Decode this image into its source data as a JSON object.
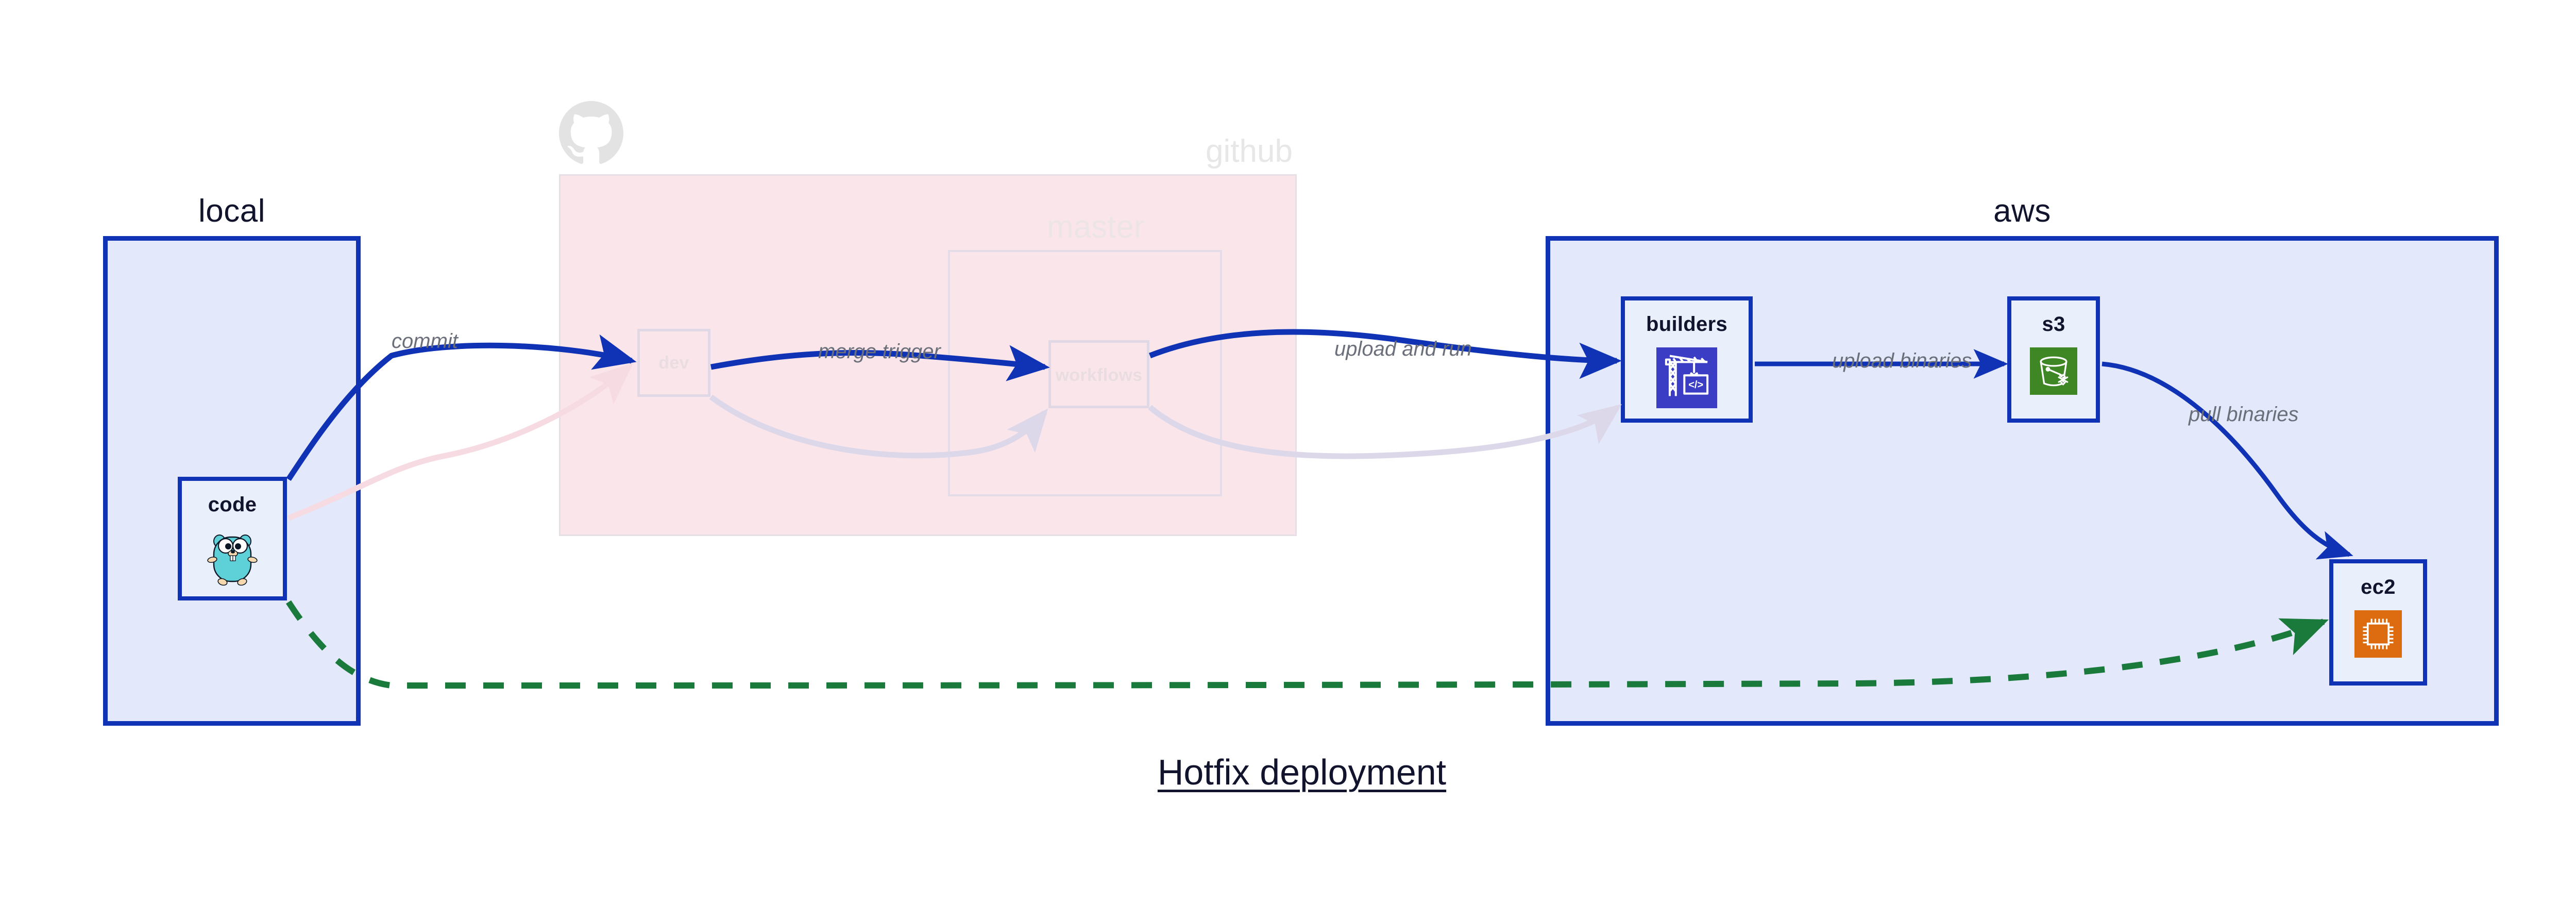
{
  "diagram": {
    "title": "Hotfix deployment",
    "type": "architecture-flow"
  },
  "clusters": [
    {
      "id": "local",
      "label": "local",
      "style": "solid",
      "border_color": "#1033b5",
      "fill": "#e3e8fb"
    },
    {
      "id": "github",
      "label": "github",
      "style": "faded",
      "border_color": "#e7dfe6",
      "fill": "#fae6ea"
    },
    {
      "id": "master",
      "label": "master",
      "style": "faded-nested",
      "border_color": "#e4dce6",
      "fill": "transparent"
    },
    {
      "id": "aws",
      "label": "aws",
      "style": "solid",
      "border_color": "#1033b5",
      "fill": "#e3e8fb"
    }
  ],
  "nodes": [
    {
      "id": "code",
      "label": "code",
      "cluster": "local",
      "icon": "go-gopher-icon",
      "state": "active"
    },
    {
      "id": "dev",
      "label": "dev",
      "cluster": "github",
      "icon": "none",
      "state": "faded"
    },
    {
      "id": "workflows",
      "label": "workflows",
      "cluster": "master",
      "icon": "none",
      "state": "faded"
    },
    {
      "id": "builders",
      "label": "builders",
      "cluster": "aws",
      "icon": "crane-code-icon",
      "state": "active",
      "icon_color": "#3b3ec4"
    },
    {
      "id": "s3",
      "label": "s3",
      "cluster": "aws",
      "icon": "s3-bucket-icon",
      "state": "active",
      "icon_color": "#3f8624"
    },
    {
      "id": "ec2",
      "label": "ec2",
      "cluster": "aws",
      "icon": "cpu-chip-icon",
      "state": "active",
      "icon_color": "#dd6b10"
    }
  ],
  "edges": [
    {
      "id": "e-commit",
      "from": "code",
      "to": "dev",
      "label": "commit",
      "color": "#1033b5",
      "style": "solid",
      "state": "active"
    },
    {
      "id": "e-merge",
      "from": "dev",
      "to": "workflows",
      "label": "merge trigger",
      "color": "#1033b5",
      "style": "solid",
      "state": "active"
    },
    {
      "id": "e-upload-run",
      "from": "workflows",
      "to": "builders",
      "label": "upload and run",
      "color": "#1033b5",
      "style": "solid",
      "state": "active"
    },
    {
      "id": "e-upload-binaries",
      "from": "builders",
      "to": "s3",
      "label": "upload binaries",
      "color": "#1033b5",
      "style": "solid",
      "state": "active"
    },
    {
      "id": "e-pull-binaries",
      "from": "s3",
      "to": "ec2",
      "label": "pull binaries",
      "color": "#1033b5",
      "style": "solid",
      "state": "active"
    },
    {
      "id": "e-hotfix",
      "from": "code",
      "to": "ec2",
      "label": "",
      "color": "#1a7a3c",
      "style": "dashed",
      "state": "active"
    },
    {
      "id": "e-ghost-code-dev",
      "from": "code",
      "to": "dev",
      "label": "",
      "color": "#f7dde3",
      "style": "solid",
      "state": "faded"
    },
    {
      "id": "e-ghost-dev-wf",
      "from": "dev",
      "to": "workflows",
      "label": "",
      "color": "#e2ddee",
      "style": "solid",
      "state": "faded"
    },
    {
      "id": "e-ghost-wf-build",
      "from": "workflows",
      "to": "builders",
      "label": "",
      "color": "#e2ddee",
      "style": "solid",
      "state": "faded"
    }
  ],
  "icons": {
    "github_octocat": "github-octocat-icon",
    "go_gopher": "go-gopher-icon",
    "crane": "crane-code-icon",
    "bucket": "s3-bucket-icon",
    "chip": "cpu-chip-icon"
  },
  "colors": {
    "primary_blue": "#1033b5",
    "cluster_fill": "#e3e8fb",
    "node_fill": "#eaeffc",
    "github_fill": "#fae6ea",
    "label_gray": "#6b6f7a",
    "dark_text": "#11142c",
    "green_dashed": "#1a7a3c",
    "ghost_gray": "#e7e7e7"
  }
}
